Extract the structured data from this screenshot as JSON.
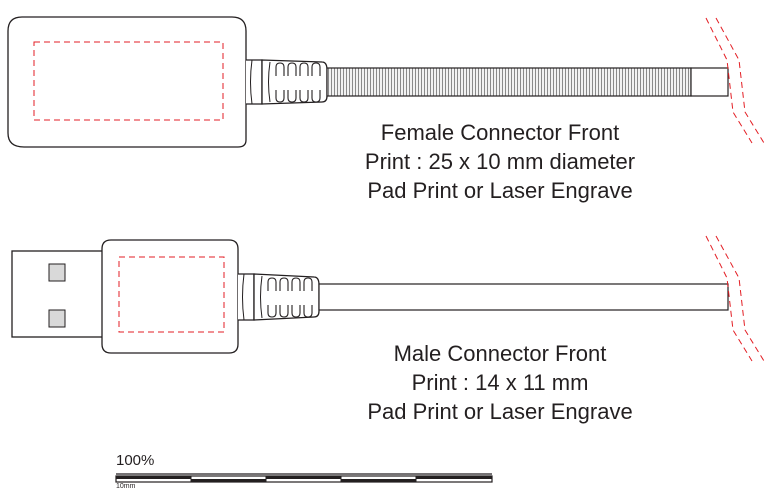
{
  "female": {
    "caption_line1": "Female Connector Front",
    "caption_line2": "Print : 25 x 10 mm diameter",
    "caption_line3": "Pad Print or Laser Engrave"
  },
  "male": {
    "caption_line1": "Male Connector Front",
    "caption_line2": "Print : 14 x 11 mm",
    "caption_line3": "Pad Print or Laser Engrave"
  },
  "scale": {
    "label": "100%",
    "unit": "10mm"
  },
  "colors": {
    "outline": "#231f20",
    "print_area": "#e31e24",
    "cable_fill": "#ffffff"
  }
}
